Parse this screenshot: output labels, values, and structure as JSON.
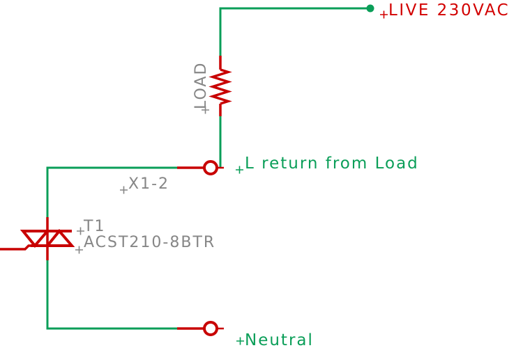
{
  "schematic": {
    "net_labels": {
      "live": "LIVE 230VAC",
      "l_return": "L return from Load",
      "neutral": "Neutral"
    },
    "components": {
      "resistor": {
        "ref": "LOAD"
      },
      "triac": {
        "ref": "T1",
        "value": "ACST210-8BTR"
      },
      "connector": {
        "ref": "X1-2"
      }
    }
  },
  "colors": {
    "wire-green": "#0a9e58",
    "symbol-red": "#c80000",
    "net-red": "#d20000",
    "ref-gray": "#868686",
    "background": "#ffffff"
  }
}
